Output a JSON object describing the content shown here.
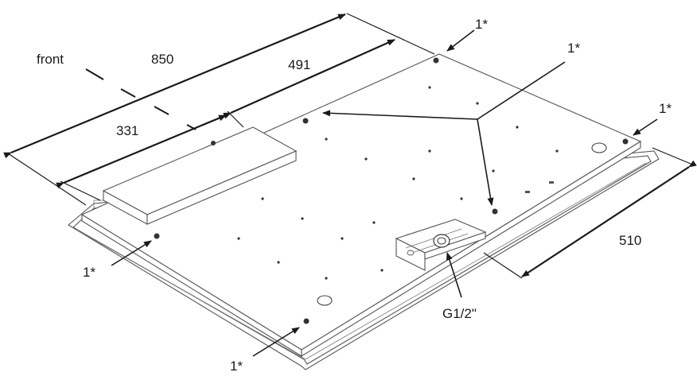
{
  "labels": {
    "front": "front",
    "width_total": "850",
    "width_right": "491",
    "width_left": "331",
    "depth": "510",
    "fitting": "G1/2\"",
    "mount": "1*"
  },
  "colors": {
    "line": "#1a1a1a",
    "edge": "#555555",
    "background": "#ffffff"
  }
}
